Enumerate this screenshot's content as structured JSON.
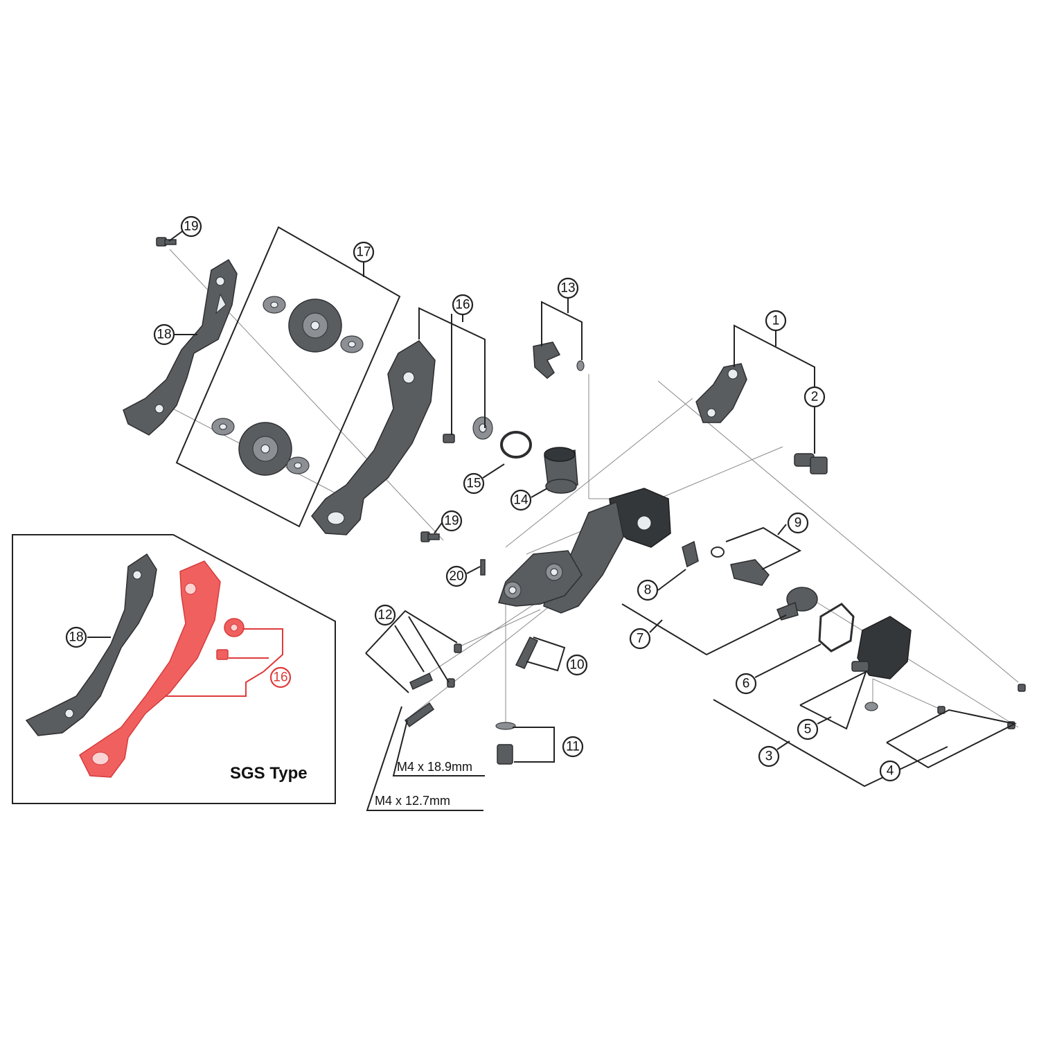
{
  "callouts": {
    "c1": "1",
    "c2": "2",
    "c3": "3",
    "c4": "4",
    "c5": "5",
    "c6": "6",
    "c7": "7",
    "c8": "8",
    "c9": "9",
    "c10": "10",
    "c11": "11",
    "c12": "12",
    "c13": "13",
    "c14": "14",
    "c15": "15",
    "c16": "16",
    "c17": "17",
    "c18": "18",
    "c19a": "19",
    "c19b": "19",
    "c20": "20",
    "c16_inset": "16",
    "c18_inset": "18"
  },
  "inset": {
    "title": "SGS Type"
  },
  "dimensions": {
    "bolt_long": "M4 x 18.9mm",
    "bolt_short": "M4 x 12.7mm"
  },
  "colors": {
    "highlight": "#e03a3a",
    "part": "#5a5d60"
  }
}
